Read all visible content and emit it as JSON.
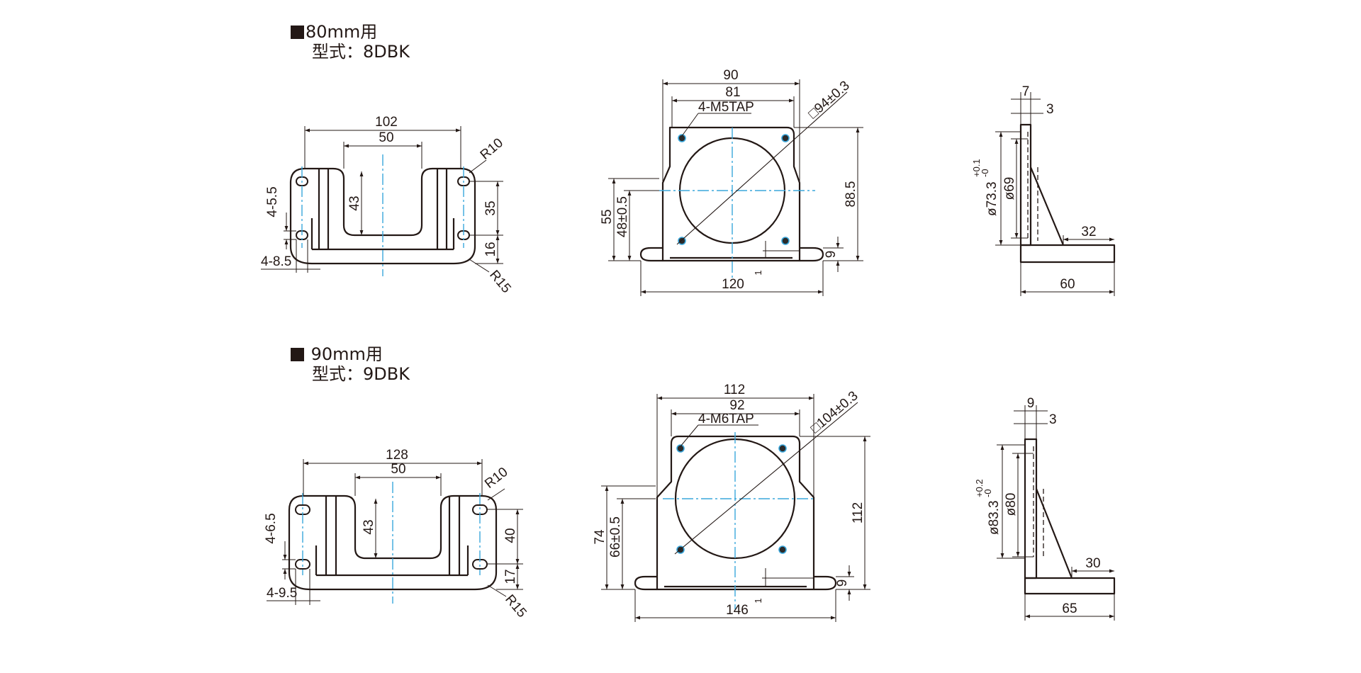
{
  "sections": [
    {
      "heading": "80mm用",
      "model": "型式：8DBK",
      "front": {
        "width": "102",
        "slot_width": "50",
        "slot_depth": "43",
        "hole_pitch": "35",
        "hole_offset": "16",
        "holes_dia": "4-5.5",
        "holes_pos": "4-8.5",
        "r_top": "R10",
        "r_bottom": "R15"
      },
      "side": {
        "outer": "90",
        "inner": "81",
        "tap": "4-M5TAP",
        "diag": "□94±0.3",
        "height": "88.5",
        "center_h": "55",
        "center_h2": "48±0.5",
        "base": "120",
        "foot": "9",
        "t": "1"
      },
      "end": {
        "d1": "7",
        "d2": "3",
        "bore": "ø73.3",
        "bore_tol": "+0.1\n-0",
        "pilot": "ø69",
        "rib": "32",
        "depth": "60"
      }
    },
    {
      "heading": " 90mm用",
      "model": "型式：9DBK",
      "front": {
        "width": "128",
        "slot_width": "50",
        "slot_depth": "43",
        "hole_pitch": "40",
        "hole_offset": "17",
        "holes_dia": "4-6.5",
        "holes_pos": "4-9.5",
        "r_top": "R10",
        "r_bottom": "R15"
      },
      "side": {
        "outer": "112",
        "inner": "92",
        "tap": "4-M6TAP",
        "diag": "□104±0.3",
        "height": "112",
        "center_h": "74",
        "center_h2": "66±0.5",
        "base": "146",
        "foot": "9",
        "t": "1"
      },
      "end": {
        "d1": "9",
        "d2": "3",
        "bore": "ø83.3",
        "bore_tol": "+0.2\n-0",
        "pilot": "ø80",
        "rib": "30",
        "depth": "65"
      }
    }
  ],
  "colors": {
    "ink": "#231815",
    "centerline": "#3aa7dc"
  }
}
